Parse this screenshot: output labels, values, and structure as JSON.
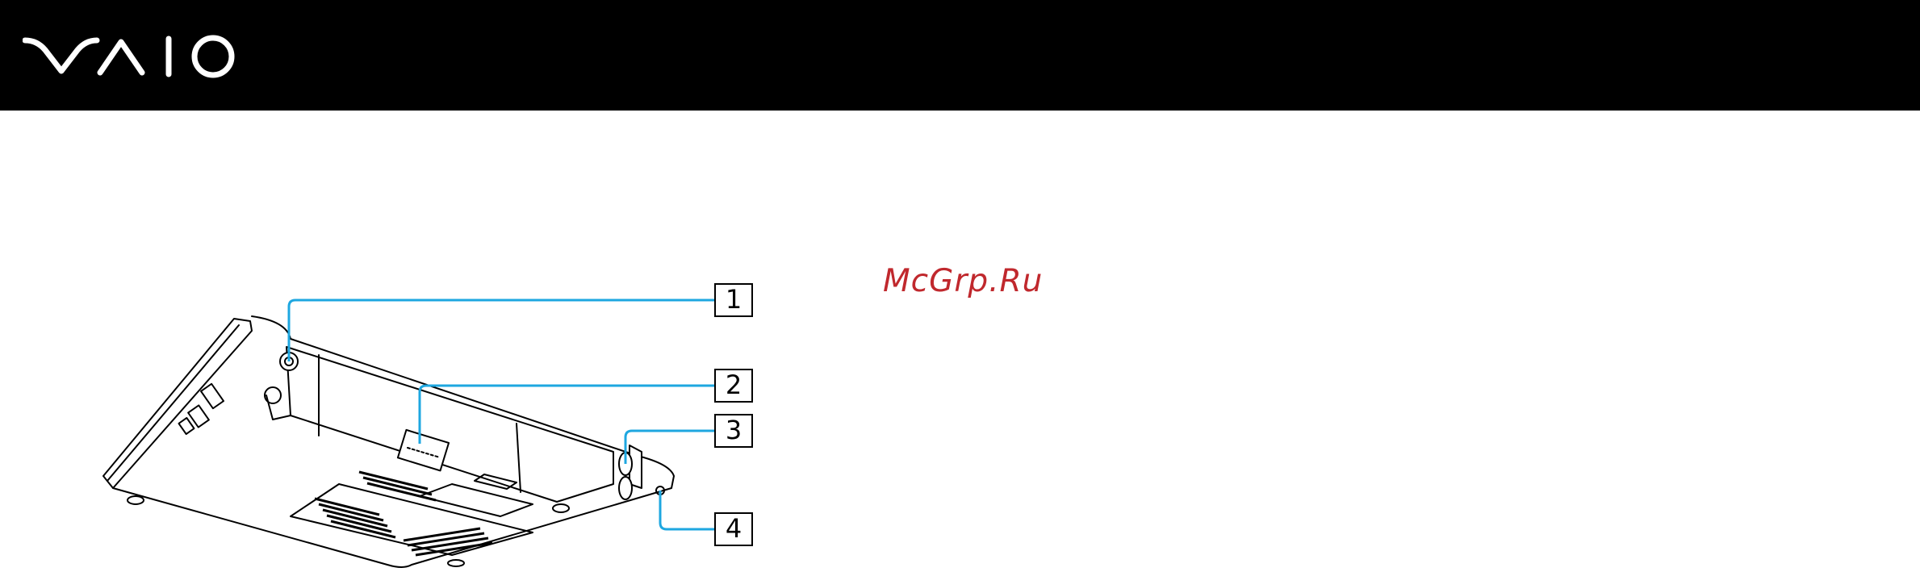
{
  "header": {
    "brand_logo_text": "VAIO",
    "background_color": "#000000",
    "logo_color": "#ffffff"
  },
  "figure": {
    "subject": "laptop-rear-view",
    "callouts": [
      "1",
      "2",
      "3",
      "4"
    ],
    "leader_color": "#1ea7e0"
  },
  "watermark": {
    "text": "McGrp.Ru",
    "color": "#c0282d"
  }
}
